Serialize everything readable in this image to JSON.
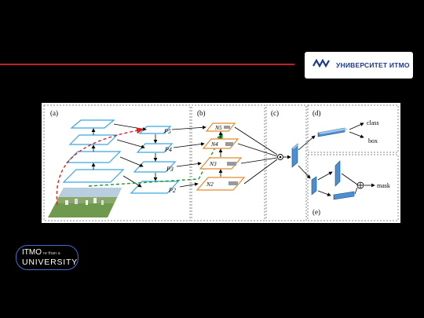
{
  "header": {
    "university_name": "УНИВЕРСИТЕТ ИТМО",
    "accent_color": "#c0202c",
    "brand_color": "#1c3a8c"
  },
  "footer_logo": {
    "line1": "ITMO",
    "line1_sub": "re than a",
    "line2": "UNIVERSITY"
  },
  "figure": {
    "panel_labels": [
      "(a)",
      "(b)",
      "(c)",
      "(d)",
      "(e)"
    ],
    "pyramid_labels": [
      "P5",
      "P4",
      "P3",
      "P2"
    ],
    "augmented_labels": [
      "N5",
      "N4",
      "N3",
      "N2"
    ],
    "outputs": {
      "class": "class",
      "box": "box",
      "mask": "mask"
    }
  }
}
